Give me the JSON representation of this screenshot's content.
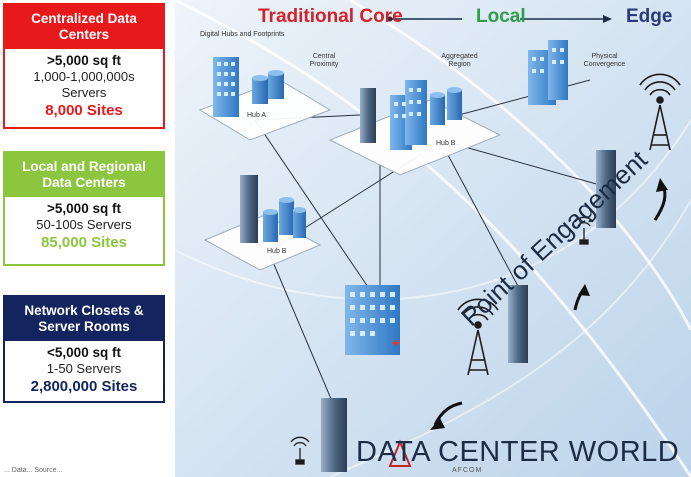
{
  "panels": [
    {
      "header": "Centralized Data Centers",
      "size": ">5,000 sq ft",
      "servers": "1,000-1,000,000s Servers",
      "sites": "8,000 Sites",
      "color": "#e8191b",
      "sites_color": "#e8191b"
    },
    {
      "header": "Local and Regional Data Centers",
      "size": ">5,000 sq ft",
      "servers": "50-100s Servers",
      "sites": "85,000 Sites",
      "color": "#8cc63f",
      "sites_color": "#8cc63f"
    },
    {
      "header": "Network Closets & Server Rooms",
      "size": "<5,000 sq ft",
      "servers": "1-50 Servers",
      "sites": "2,800,000 Sites",
      "color": "#14245e",
      "sites_color": "#14245e"
    }
  ],
  "headers": {
    "core": "Traditional Core",
    "local": "Local",
    "edge": "Edge",
    "core_color": "#d2232a",
    "local_color": "#2e9e48",
    "edge_color": "#2b3a7a"
  },
  "labels": {
    "digital_hubs": "Digital Hubs and Footprints",
    "central_proximity": "Central Proximity",
    "aggregated_region": "Aggregated Region",
    "physical_convergence": "Physical Convergence",
    "hub_a": "Hub A",
    "hub_b_top": "Hub B",
    "hub_b_lower": "Hub B"
  },
  "point_of_engagement": "Point of Engagement",
  "brand": "DATA CENTER WORLD",
  "brand_sub": "AFCOM",
  "footnote": "... Data... Source..."
}
